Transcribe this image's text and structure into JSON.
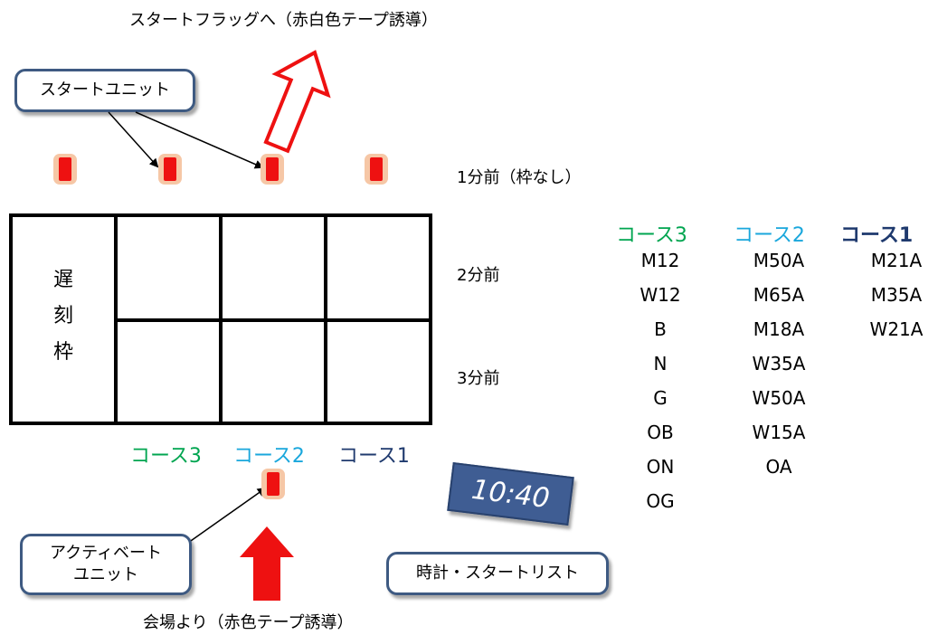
{
  "top_label": "スタートフラッグへ（赤白色テープ誘導）",
  "bottom_label": "会場より（赤色テープ誘導）",
  "callouts": {
    "start_unit": "スタートユニット",
    "activate_unit_line1": "アクティベート",
    "activate_unit_line2": "ユニット",
    "clock_list": "時計・スタートリスト"
  },
  "time_labels": {
    "one_min": "1分前（枠なし）",
    "two_min": "2分前",
    "three_min": "3分前"
  },
  "late_box": {
    "c1": "遅",
    "c2": "刻",
    "c3": "枠"
  },
  "box_courses": [
    "コース3",
    "コース2",
    "コース1"
  ],
  "clock": "10:40",
  "colors": {
    "course3": "#00a550",
    "course2": "#1aa7dc",
    "course1": "#1f3a6e",
    "arrow": "#ee1111"
  },
  "courses": [
    {
      "name": "コース3",
      "classes": [
        "M12",
        "W12",
        "B",
        "N",
        "G",
        "OB",
        "ON",
        "OG"
      ]
    },
    {
      "name": "コース2",
      "classes": [
        "M50A",
        "M65A",
        "M18A",
        "W35A",
        "W50A",
        "W15A",
        "OA"
      ]
    },
    {
      "name": "コース1",
      "classes": [
        "M21A",
        "M35A",
        "W21A"
      ]
    }
  ]
}
